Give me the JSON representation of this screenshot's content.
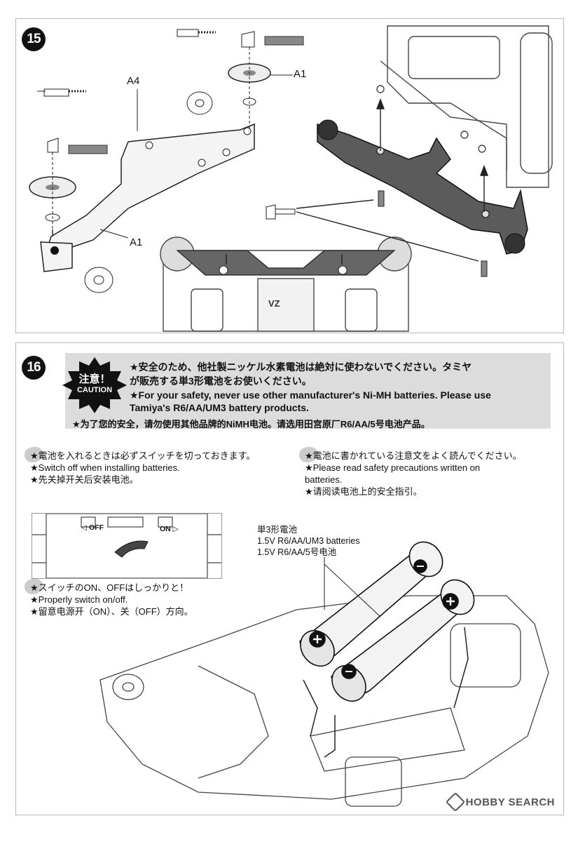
{
  "step15": {
    "number": "15",
    "labels": {
      "a4": "A4",
      "a1_top": "A1",
      "a1_bottom": "A1"
    }
  },
  "step16": {
    "number": "16",
    "caution": {
      "badge_jp": "注意！",
      "badge_en": "CAUTION",
      "line_jp_1": "★安全のため、他社製ニッケル水素電池は絶対に使わないでください。タミヤ",
      "line_jp_2": "が販売する単3形電池をお使いください。",
      "line_en_1": "★For your safety, never use other manufacturer's Ni-MH batteries. Please use",
      "line_en_2": "Tamiya's R6/AA/UM3 battery products.",
      "line_cn": "★为了您的安全，请勿使用其他品牌的NiMH电池。请选用田宫原厂R6/AA/5号电池产品。"
    },
    "note_left": {
      "jp": "★電池を入れるときは必ずスイッチを切っておきます。",
      "en": "★Switch off when installing batteries.",
      "cn": "★先关掉开关后安装电池。"
    },
    "note_right": {
      "jp": "★電池に書かれている注意文をよく読んでください。",
      "en_1": "★Please read safety precautions written on",
      "en_2": "batteries.",
      "cn": "★请阅读电池上的安全指引。"
    },
    "switch": {
      "off": "◁ OFF",
      "on": "ON ▷"
    },
    "note_switch": {
      "jp": "★スイッチのON、OFFはしっかりと！",
      "en": "★Properly switch on/off.",
      "cn": "★留意电源开（ON）、关（OFF）方向。"
    },
    "batteries": {
      "jp": "単3形電池",
      "en": "1.5V R6/AA/UM3 batteries",
      "cn": "1.5V R6/AA/5号电池"
    },
    "chassis_mark": "VZ"
  },
  "watermark": "HOBBY SEARCH",
  "colors": {
    "dark_part": "#555555",
    "caution_bg": "#dcdcdc",
    "frame": "#b8b8b8",
    "line": "#222222"
  }
}
